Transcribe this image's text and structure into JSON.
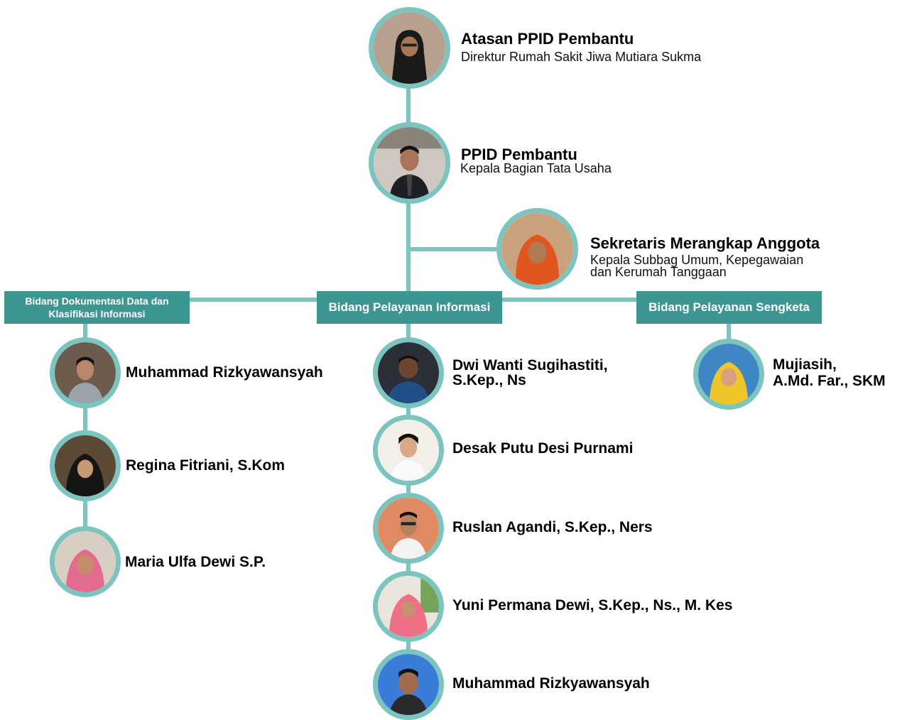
{
  "head": {
    "name": "Atasan PPID Pembantu",
    "role": "Direktur Rumah Sakit Jiwa Mutiara Sukma"
  },
  "ppid": {
    "name": "PPID Pembantu",
    "role": "Kepala Bagian Tata Usaha"
  },
  "secretary": {
    "name": "Sekretaris Merangkap Anggota",
    "role_line1": "Kepala Subbag Umum, Kepegawaian",
    "role_line2": "dan Kerumah Tanggaan"
  },
  "divisions": {
    "documentation": {
      "label_line1": "Bidang Dokumentasi Data dan",
      "label_line2": "Klasifikasi Informasi",
      "members": [
        "Muhammad Rizkyawansyah",
        "Regina Fitriani, S.Kom",
        "Maria Ulfa Dewi S.P."
      ]
    },
    "information": {
      "label": "Bidang Pelayanan Informasi",
      "members": [
        {
          "line1": "Dwi Wanti Sugihastiti,",
          "line2": "S.Kep., Ns"
        },
        {
          "line1": "Desak Putu Desi Purnami"
        },
        {
          "line1": "Ruslan Agandi, S.Kep., Ners"
        },
        {
          "line1": "Yuni Permana Dewi, S.Kep., Ns., M. Kes"
        },
        {
          "line1": "Muhammad Rizkyawansyah"
        }
      ]
    },
    "dispute": {
      "label": "Bidang Pelayanan Sengketa",
      "members": [
        {
          "line1": "Mujiasih,",
          "line2": "A.Md. Far., SKM"
        }
      ]
    }
  },
  "colors": {
    "connector": "#7bc4c0",
    "box": "#3d9691",
    "box_text": "#ffffff"
  }
}
